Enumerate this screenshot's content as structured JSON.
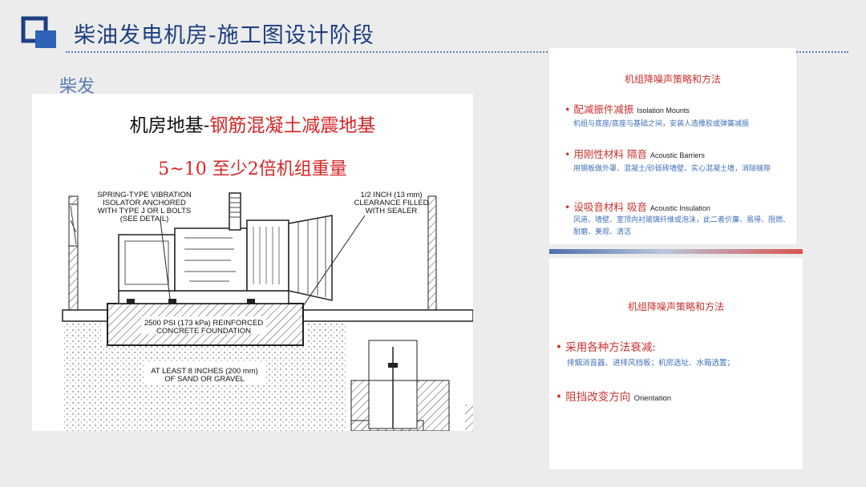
{
  "header": {
    "title": "柴油发电机房-施工图设计阶段",
    "subtitle": "柴发"
  },
  "left_panel": {
    "heading_black": "机房地基-",
    "heading_red": "钢筋混凝土减震地基",
    "subheading": "5~10 至少2倍机组重量",
    "label_isolator": "SPRING-TYPE VIBRATION\nISOLATOR ANCHORED\nWITH TYPE J OR L BOLTS\n(SEE DETAIL)",
    "label_clearance": "1/2 INCH (13 mm)\nCLEARANCE FILLED\nWITH SEALER",
    "label_foundation": "2500 PSI (173 kPa) REINFORCED\nCONCRETE FOUNDATION",
    "label_gravel": "AT LEAST 8 INCHES (200 mm)\nOF SAND OR GRAVEL"
  },
  "card_top": {
    "title": "机组降噪声策略和方法",
    "items": [
      {
        "zh": "• 配减振件减振",
        "en": "Isolation Mounts",
        "desc": "机组与底座/底座与基础之间，安装人造橡胶或弹簧减振"
      },
      {
        "zh": "• 用刚性材料 隔音",
        "en": "Acoustic Barriers",
        "desc": "用钢板做外罩、混凝土/砂砾砖墙壁、实心混凝土墙，消除缝隙"
      },
      {
        "zh": "• 设吸音材料 吸音",
        "en": "Acoustic Insulation",
        "desc": "风道、墙壁、室顶内衬玻璃纤维或泡沫，此二者价廉、易得、阻燃、耐磨、美观、清洁"
      }
    ]
  },
  "card_bottom": {
    "title": "机组降噪声策略和方法",
    "items": [
      {
        "zh": "• 采用各种方法衰减:",
        "en": "",
        "desc": "排烟消音器、进排风挡板；机房选址、水箱选置；"
      },
      {
        "zh": "• 阻挡改变方向",
        "en": "Orientation",
        "desc": ""
      }
    ]
  },
  "colors": {
    "title_blue": "#1d3f82",
    "accent_red": "#c9302c",
    "desc_blue": "#3d6fb8"
  }
}
